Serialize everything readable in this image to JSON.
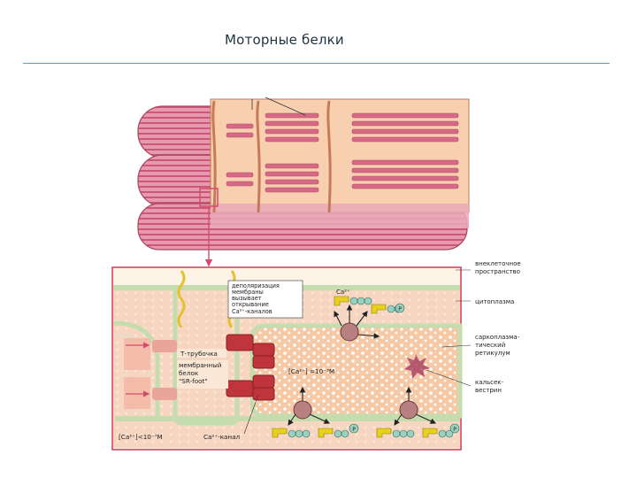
{
  "slide": {
    "title": "Моторные белки"
  },
  "diagram": {
    "labels": {
      "extracellular": [
        "внеклеточное",
        "пространство"
      ],
      "cytoplasm": "цитоплазма",
      "sr": [
        "саркоплазма-",
        "тический",
        "ретикулум"
      ],
      "calsequestrin": [
        "кальсек-",
        "вестрин"
      ],
      "depolarization": [
        "деполяризация",
        "мембраны",
        "вызывает",
        "открывание",
        "Ca²⁺-каналов"
      ],
      "t_tubule": "Т-трубочка",
      "sr_foot": [
        "мембранный",
        "белок",
        "\"SR-foot\""
      ],
      "ca_channel": "Ca²⁺-канал",
      "ca_low": "[Ca²⁺]<10⁻⁷M",
      "ca_high": "[Ca²⁺] =10⁻³M",
      "ca_ion": "Ca²⁺",
      "phosphate": "P"
    },
    "colors": {
      "fiber": "#e8a0b0",
      "fiber_stripe": "#c9587a",
      "myofibril_bg": "#f7d2b0",
      "membrane": "#c5dcae",
      "sr_fill": "#f6c9a6",
      "channel": "#c0353b",
      "pump": "#b88080",
      "atp_yellow": "#e6d21e",
      "atp_green": "#9ad0c0",
      "frame_border": "#d33a5a",
      "link_line": "#d24c6e"
    }
  }
}
